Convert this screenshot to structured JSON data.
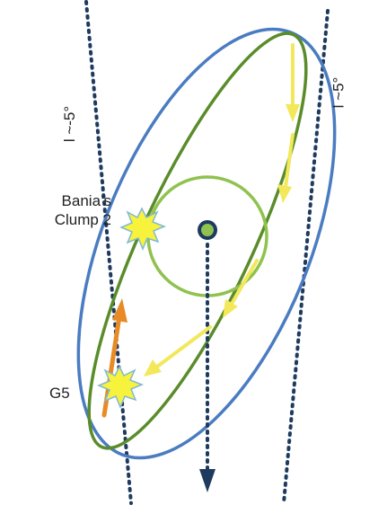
{
  "labels": {
    "bania_line1": "Bania’s",
    "bania_line2": "Clump 2",
    "g5": "G5",
    "longitude_left": "l ~-5°",
    "longitude_right": "l ~5°"
  },
  "colors": {
    "outer_orbit": "#4a7cc1",
    "inner_orbit": "#5a8c2a",
    "circle": "#8fc24e",
    "dotted_lines": "#1f3a5f",
    "flow_arrows": "#f2e85a",
    "orange_arrow": "#e88a25",
    "star_fill": "#f7f23b",
    "star_stroke": "#7fb8d6",
    "center_fill": "#8fc24e",
    "center_ring": "#1f3a5f"
  }
}
